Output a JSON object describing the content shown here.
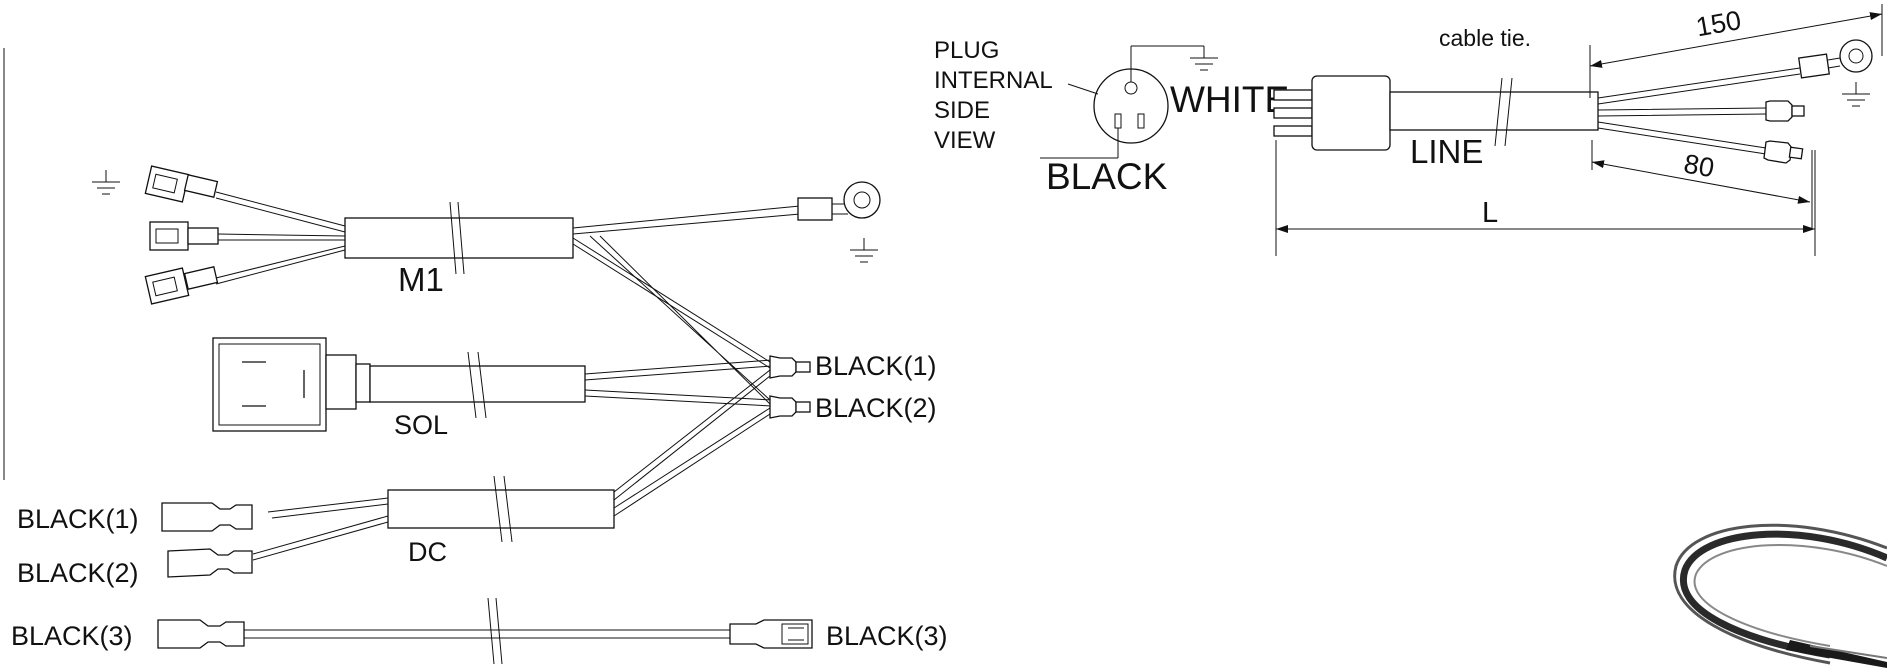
{
  "harness": {
    "m1_label": "M1",
    "sol_label": "SOL",
    "dc_label": "DC",
    "wires": {
      "black1_right": "BLACK(1)",
      "black2_right": "BLACK(2)",
      "black1_left": "BLACK(1)",
      "black2_left": "BLACK(2)",
      "black3_left": "BLACK(3)",
      "black3_right": "BLACK(3)"
    }
  },
  "line_cord": {
    "plug_note_lines": [
      "PLUG",
      "INTERNAL",
      "SIDE",
      "VIEW"
    ],
    "white_label": "WHITE",
    "black_label": "BLACK",
    "line_label": "LINE",
    "cable_tie_label": "cable tie.",
    "dim_150": "150",
    "dim_80": "80",
    "dim_L": "L"
  },
  "icons": [
    "ground-symbol-icon",
    "ring-terminal-icon",
    "female-spade-terminal-icon",
    "pin-terminal-icon",
    "break-mark-icon",
    "cable-photo-icon"
  ]
}
